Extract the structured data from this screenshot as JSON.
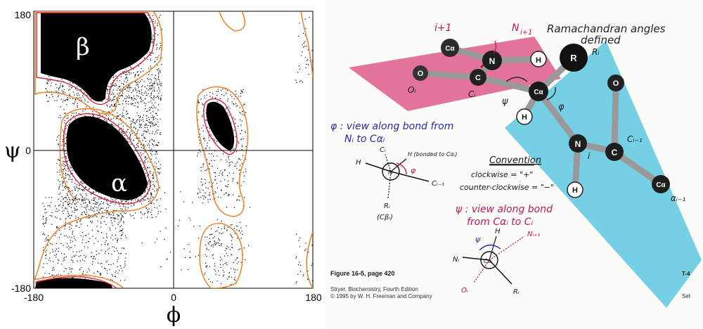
{
  "plot": {
    "tick_top": "180",
    "tick_bottom": "-180",
    "tick_zero_y": "0",
    "tick_left": "-180",
    "tick_zero_x": "0",
    "tick_right": "180",
    "x_symbol": "ϕ",
    "y_symbol": "ψ",
    "region_beta": "β",
    "region_alpha": "α",
    "colors": {
      "outer_contour": "#e8893a",
      "inner_contour": "#d8283c",
      "points": "#000000"
    }
  },
  "diagram": {
    "title_line1": "Ramachandran angles",
    "title_line2": "defined",
    "label_i1": "i+1",
    "label_Ni1_top": "N",
    "label_Ni1_sub": "i+1",
    "atom_Ca_top": "Cα",
    "atom_N_top": "N",
    "atom_H_top": "H",
    "atom_R": "R",
    "label_Ri": "Rᵢ",
    "atom_O_left": "O",
    "label_Oi": "Oᵢ",
    "atom_C_mid": "C",
    "label_Ci": "Cᵢ",
    "atom_Ca_mid": "Cα",
    "label_psi": "ψ",
    "label_phi": "φ",
    "atom_H_mid": "H",
    "atom_O_right": "O",
    "atom_N_right": "N",
    "label_i": "i",
    "atom_C_right": "C",
    "label_Ci1": "Cᵢ₋₁",
    "atom_H_bottom": "H",
    "atom_Ca_bottom": "Cα",
    "label_alpha_i1": "αᵢ₋₁",
    "phi_def_line1": "φ : view along bond from",
    "phi_def_line2": "Nᵢ to Cαᵢ",
    "newman1_Ci": "Cᵢ",
    "newman1_H_bonded": "H (bonded to Cαᵢ)",
    "newman1_H": "H",
    "newman1_N": "N",
    "newman1_phi": "φ",
    "newman1_Ci1": "Cᵢ₋₁",
    "newman1_Ri": "Rᵢ",
    "newman1_Cbi": "(Cβᵢ)",
    "convention_title": "Convention",
    "convention_cw": "clockwise = \"+\"",
    "convention_ccw": "counter-clockwise = \"−\"",
    "psi_def_line1": "ψ : view along bond",
    "psi_def_line2": "from Cαᵢ to Cᵢ",
    "newman2_psi": "ψ",
    "newman2_H": "H",
    "newman2_Ni1": "Nᵢ₊₁",
    "newman2_Ni": "Nᵢ",
    "newman2_Ca": "Cαᵢ",
    "newman2_Oi": "Oᵢ",
    "newman2_Ri": "Rᵢ",
    "figure_label": "Figure 16-5, page 420",
    "credit_line1": "Stryer, Biochemistry, Fourth Edition",
    "credit_line2": "© 1995 by W. H. Freeman and Company",
    "code_right": "T-4",
    "code_set": "Set",
    "colors": {
      "plane_pink": "#dd5a8a",
      "plane_cyan": "#5dc8e2",
      "ink_blue": "#2a2aa8",
      "ink_magenta": "#c0185a"
    }
  }
}
